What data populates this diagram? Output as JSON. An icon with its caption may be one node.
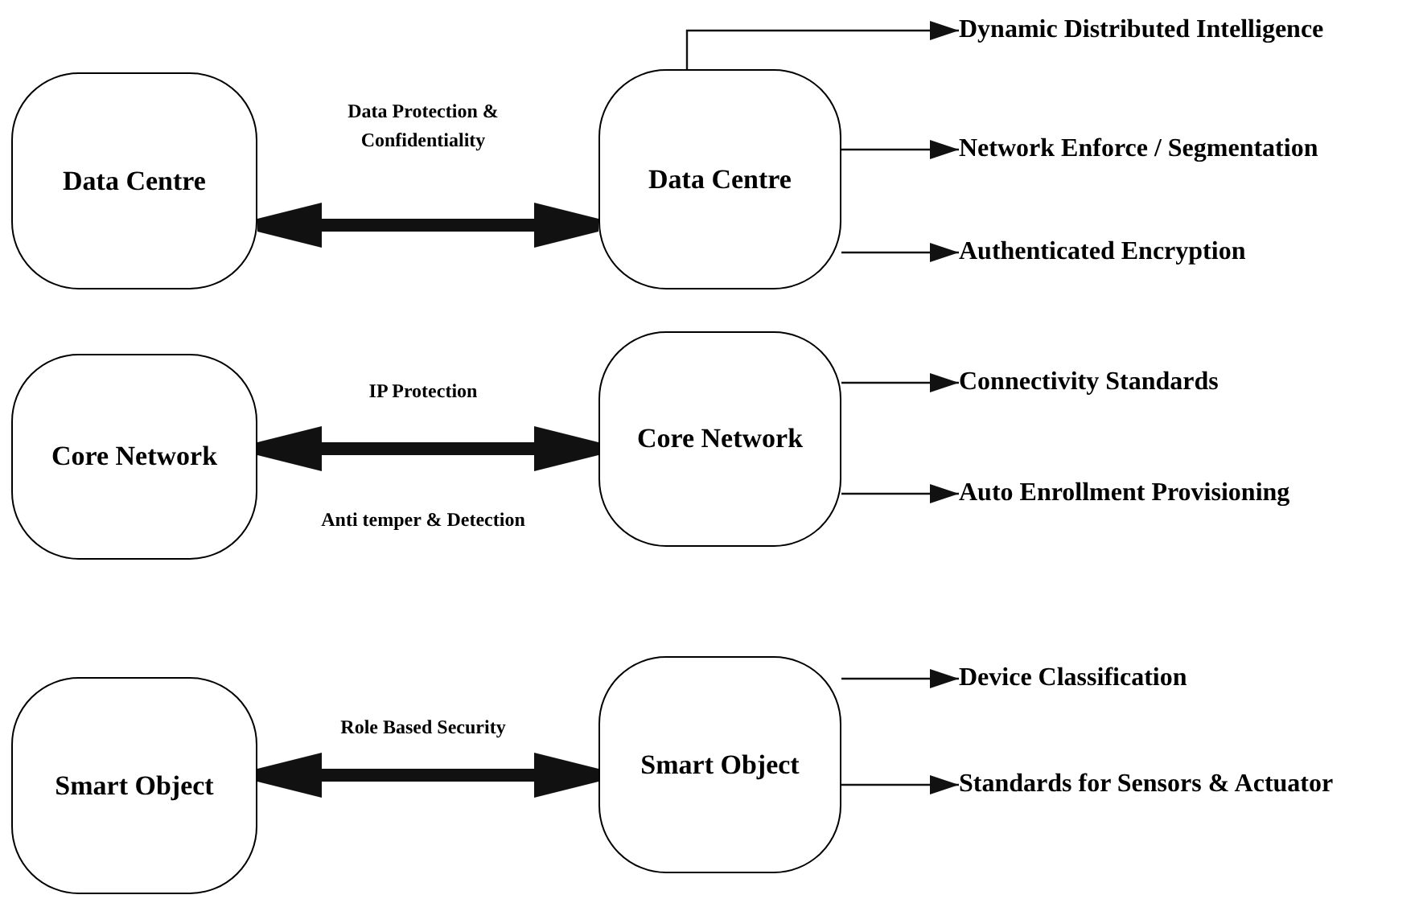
{
  "diagram": {
    "nodes": [
      {
        "text": [
          "Data Centre"
        ]
      },
      {
        "text": [
          "Data Centre"
        ]
      },
      {
        "text": [
          "Dynamic Distributed Intelligence"
        ]
      },
      {
        "text": [
          "Network Enforce / Segmentation"
        ]
      },
      {
        "text": [
          "Authenticated Encryption"
        ]
      },
      {
        "text": [
          "Core Network"
        ]
      },
      {
        "text": [
          "Core Network"
        ]
      },
      {
        "text": [
          "Connectivity Standards"
        ]
      },
      {
        "text": [
          "Auto Enrollment Provisioning"
        ]
      },
      {
        "text": [
          "Smart Object"
        ]
      },
      {
        "text": [
          "Smart Object"
        ]
      },
      {
        "text": [
          "Device Classification"
        ]
      },
      {
        "text": [
          "Standards for Sensors & Actuator"
        ]
      }
    ],
    "edges": [
      {
        "from": 0,
        "to": 1,
        "arrow": "both",
        "style": "thick",
        "label": "Data Protection & Confidentiality"
      },
      {
        "from": 1,
        "to": 2,
        "arrow": "to"
      },
      {
        "from": 1,
        "to": 3,
        "arrow": "to"
      },
      {
        "from": 1,
        "to": 4,
        "arrow": "to"
      },
      {
        "from": 5,
        "to": 6,
        "arrow": "both",
        "style": "thick",
        "label": "IP Protection"
      },
      {
        "from": 6,
        "to": 7,
        "arrow": "to"
      },
      {
        "from": 6,
        "to": 8,
        "arrow": "to"
      },
      {
        "from": 9,
        "to": 10,
        "arrow": "both",
        "style": "thick",
        "label": "Role Based Security"
      },
      {
        "from": 10,
        "to": 11,
        "arrow": "to"
      },
      {
        "from": 10,
        "to": 12,
        "arrow": "to"
      }
    ],
    "labels": [
      "Anti temper & Detection"
    ]
  }
}
